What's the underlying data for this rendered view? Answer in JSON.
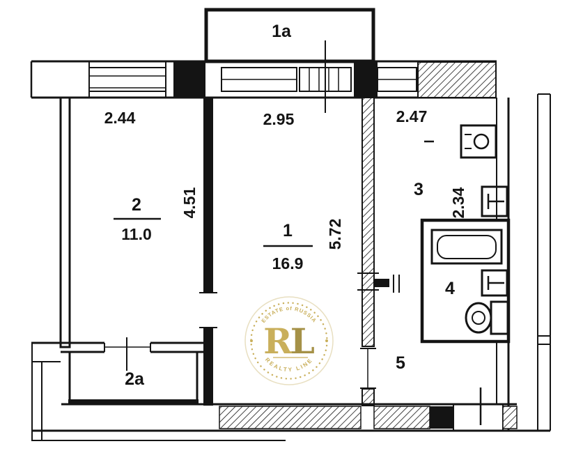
{
  "plan": {
    "balcony_top_label": "1a",
    "balcony_bottom_label": "2a",
    "room1": {
      "number": "1",
      "area": "16.9",
      "width": "2.95",
      "depth": "5.72"
    },
    "room2": {
      "number": "2",
      "area": "11.0",
      "width": "2.44",
      "depth": "4.51"
    },
    "room3": {
      "number": "3",
      "width": "2.47",
      "depth": "2.34"
    },
    "room4": {
      "number": "4"
    },
    "room5": {
      "number": "5"
    }
  },
  "watermark": {
    "initial_first": "R",
    "initial_second": "L",
    "arc_top": "ESTATE of RUSSIA",
    "arc_bottom": "REALTY LINE",
    "gold": "#c5a94e",
    "gold_dark": "#9e8838"
  },
  "palette": {
    "ink": "#141414",
    "background": "#ffffff"
  }
}
